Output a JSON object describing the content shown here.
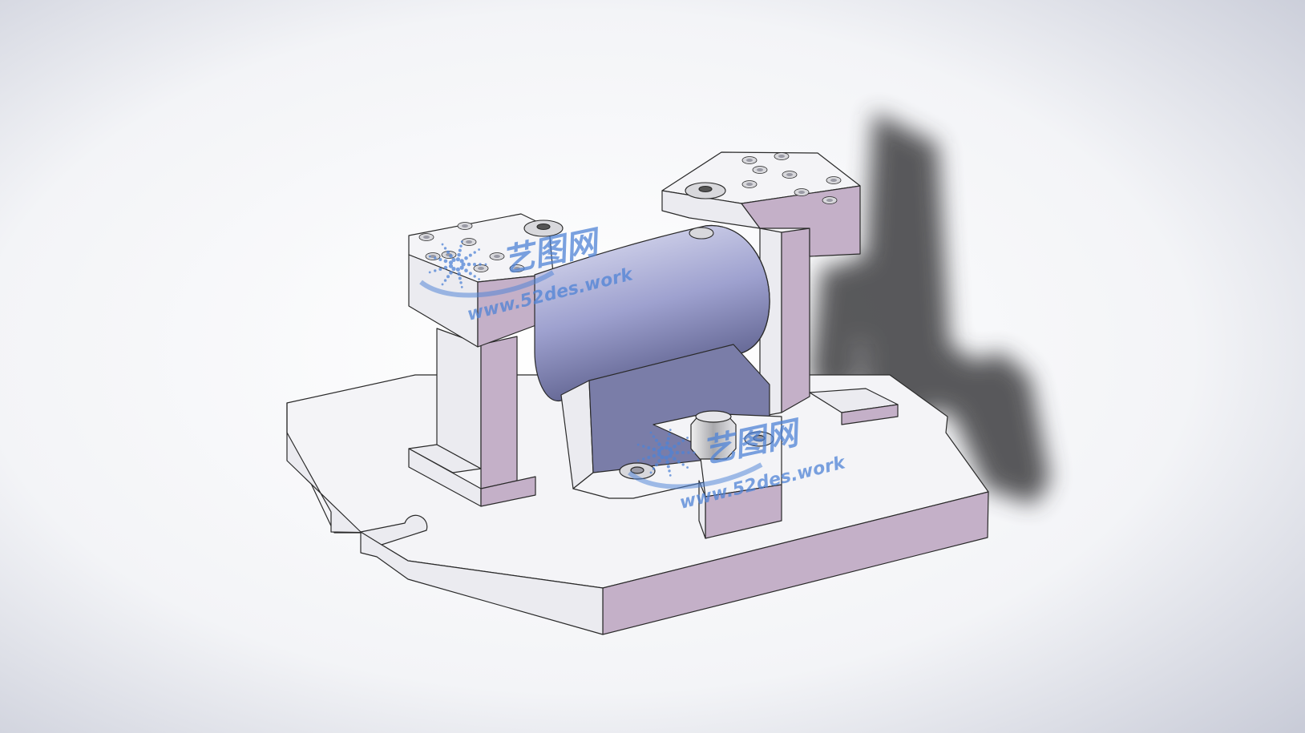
{
  "viewport": {
    "background_center": "#ffffff",
    "background_edge": "#c9ccd8"
  },
  "model": {
    "description_kind": "cad-fixture-isometric",
    "colors": {
      "face_top": "#f4f4f7",
      "face_front": "#c4b0c8",
      "face_side": "#ebebf0",
      "edge": "#2a2a2a",
      "cylinder_light": "#e3e4f4",
      "cylinder_dark": "#5c5f8c",
      "shadow": "#3c3c40",
      "screw_hole": "#9a9aa5",
      "metal": "#d8d8dc"
    }
  },
  "watermark": {
    "logo_text": "艺图网",
    "url_text": "www.52des.work",
    "color": "#4f83d6",
    "icon": "globe-dots-icon"
  }
}
